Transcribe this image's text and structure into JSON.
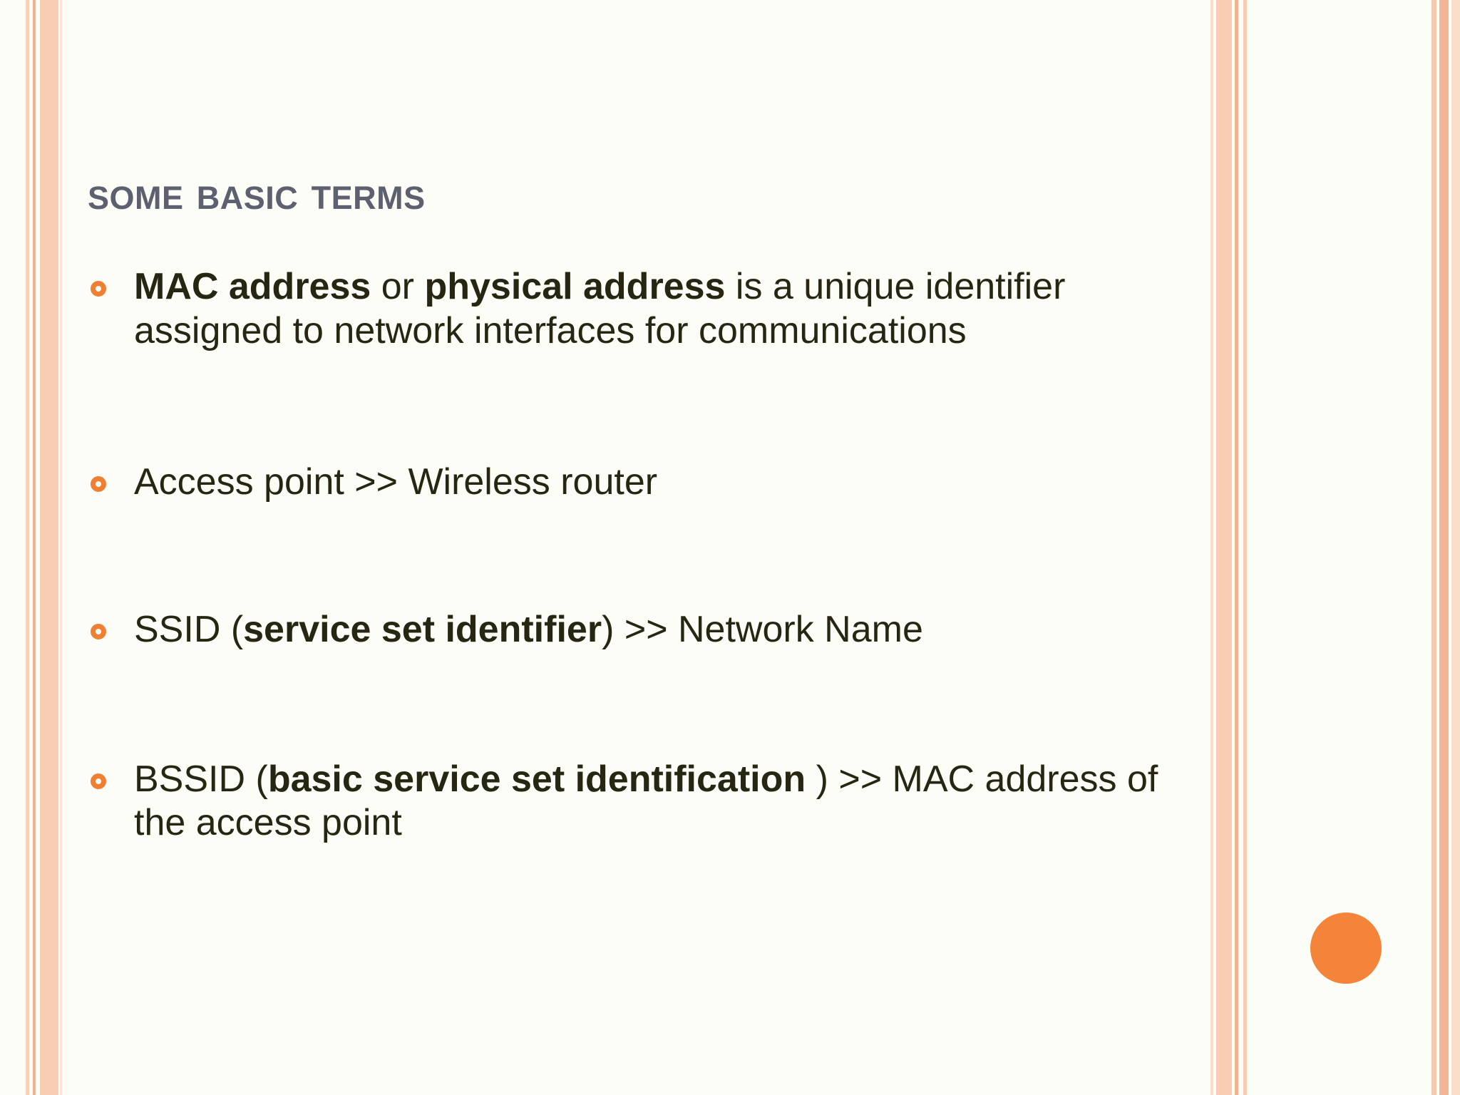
{
  "slide": {
    "title": "Some Basic Terms",
    "background_color": "#fdfdf8",
    "title_color": "#5d606e",
    "body_text_color": "#262612",
    "accent_color": "#ef8033",
    "border_color": "#f9cdb4",
    "bullets": [
      {
        "marker": "open-circle",
        "segments": [
          {
            "text": "MAC address",
            "bold": true
          },
          {
            "text": " or ",
            "bold": false
          },
          {
            "text": "physical address",
            "bold": true
          },
          {
            "text": "  is a unique identifier assigned to network interfaces for communications",
            "bold": false
          }
        ],
        "plain": "MAC address or physical address  is a unique identifier assigned to network interfaces for communications"
      },
      {
        "marker": "open-circle",
        "segments": [
          {
            "text": "Access point  >> Wireless router",
            "bold": false
          }
        ],
        "plain": "Access point  >> Wireless router"
      },
      {
        "marker": "open-circle",
        "segments": [
          {
            "text": "SSID (",
            "bold": false
          },
          {
            "text": "service set identifier",
            "bold": true
          },
          {
            "text": ") >> Network Name",
            "bold": false
          }
        ],
        "plain": "SSID (service set identifier) >> Network Name"
      },
      {
        "marker": "open-circle",
        "segments": [
          {
            "text": "BSSID  (",
            "bold": false
          },
          {
            "text": "basic service set identification ",
            "bold": true
          },
          {
            "text": ")  >> MAC address of the access point",
            "bold": false
          }
        ],
        "plain": "BSSID  (basic service set identification )  >> MAC address of the access point"
      }
    ],
    "decorations": {
      "left_border_stripes": "peach-vertical-stripes",
      "right_border_stripes": "peach-vertical-stripes",
      "bottom_right_dot": "orange-filled-circle"
    }
  }
}
